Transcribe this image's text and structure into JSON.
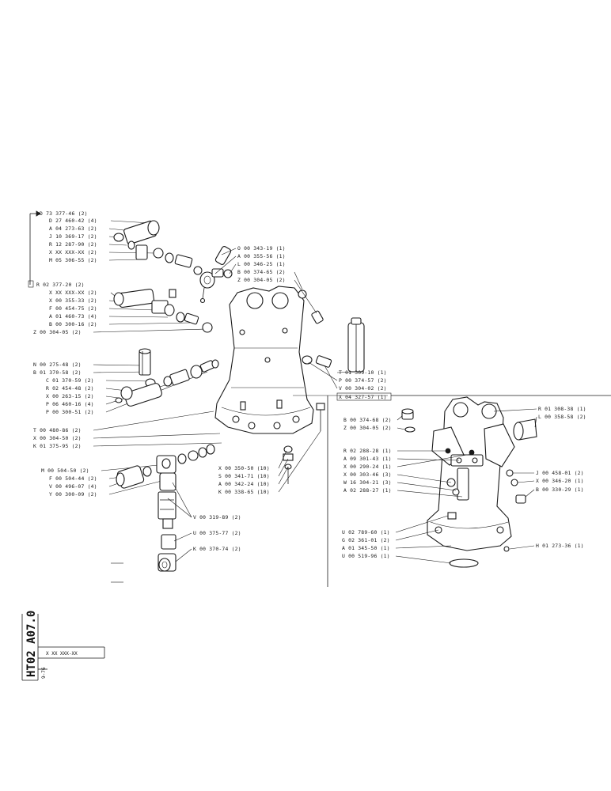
{
  "left_labels": [
    "D 73 377-46 (2)",
    "D 27 460-42 (4)",
    "A 04 273-63 (2)",
    "J 10 369-17 (2)",
    "R 12 287-90 (2)",
    "X XX XXX-XX (2)",
    "M 05 306-55 (2)",
    "R 02 377-20 (2)",
    "X XX XXX-XX (2)",
    "X 00 355-33 (2)",
    "F 00 454-75 (2)",
    "A 01 460-73 (4)",
    "B 00 300-16 (2)",
    "Z 00 304-05 (2)",
    "N 00 275-48 (2)",
    "B 01 370-58 (2)",
    "C 01 370-59 (2)",
    "R 02 454-48 (2)",
    "X 00 263-15 (2)",
    "P 06 460-16 (4)",
    "P 00 300-51 (2)",
    "T 00 480-86 (2)",
    "X 00 304-50 (2)",
    "K 01 375-95 (2)",
    "M 00 504-50 (2)",
    "F 00 504-44 (2)",
    "V 00 496-07 (4)",
    "Y 00 300-09 (2)"
  ],
  "center_labels": [
    "O 00 343-19 (1)",
    "A 00 355-56 (1)",
    "L 00 346-25 (1)",
    "B 00 374-65 (2)",
    "Z 00 304-05 (2)",
    "T 01 309-10 (1)",
    "P 00 374-57 (2)",
    "V 00 304-02 (2)",
    "X 04 327-57 (1)",
    "X 00 350-50 (10)",
    "S 00 341-71 (10)",
    "A 00 342-24 (10)",
    "K 00 338-65 (10)",
    "V 00 319-89 (2)",
    "U 00 375-77 (2)",
    "K 00 370-74 (2)"
  ],
  "right_labels": [
    "B 00 374-68 (2)",
    "Z 00 304-05 (2)",
    "R 02 288-28 (1)",
    "A 09 301-43 (1)",
    "X 00 290-24 (1)",
    "X 00 303-46 (3)",
    "W 16 304-21 (3)",
    "A 02 288-27 (1)",
    "U 02 789-60 (1)",
    "G 02 361-01 (2)",
    "A 01 345-50 (1)",
    "U 00 519-96 (1)",
    "R 01 308-38 (1)",
    "L 00 358-58 (2)",
    "J 00 458-01 (2)",
    "X 00 346-20 (1)",
    "B 00 330-29 (1)",
    "H 01 273-36 (1)"
  ],
  "title_block": {
    "drawing_code": "HT02 A07.0",
    "ref": "X XX XXX-XX",
    "date": "9-76"
  }
}
